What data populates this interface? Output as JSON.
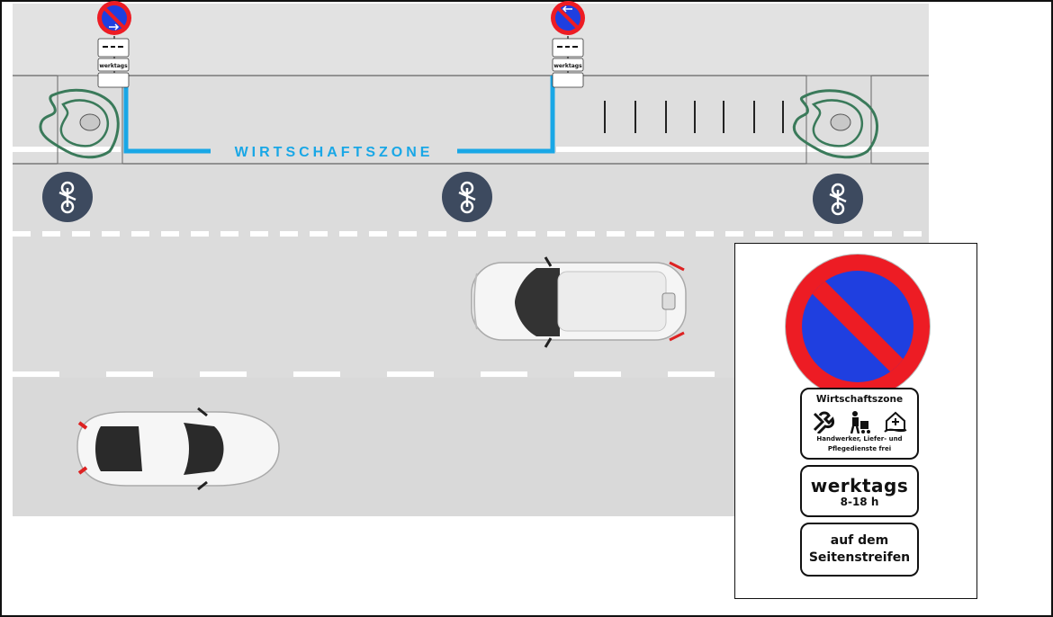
{
  "road": {
    "zone_label": "WIRTSCHAFTSZONE"
  },
  "sign": {
    "zone_title": "Wirtschaftszone",
    "zone_subtitle_line1": "Handwerker, Liefer- und",
    "zone_subtitle_line2": "Pflegedienste frei",
    "days_line1": "werktags",
    "days_line2": "8-18 h",
    "strip_line1": "auf dem",
    "strip_line2": "Seitenstreifen",
    "icons": [
      "tools-icon",
      "delivery-person-icon",
      "care-home-icon"
    ]
  },
  "colors": {
    "road": "#dcdcdc",
    "zone_line": "#19a7e6",
    "sign_red": "#ed1c24",
    "sign_blue": "#1f3fe0",
    "tree_outline": "#3a7a5a",
    "bike_symbol_bg": "#3d4a5f"
  }
}
